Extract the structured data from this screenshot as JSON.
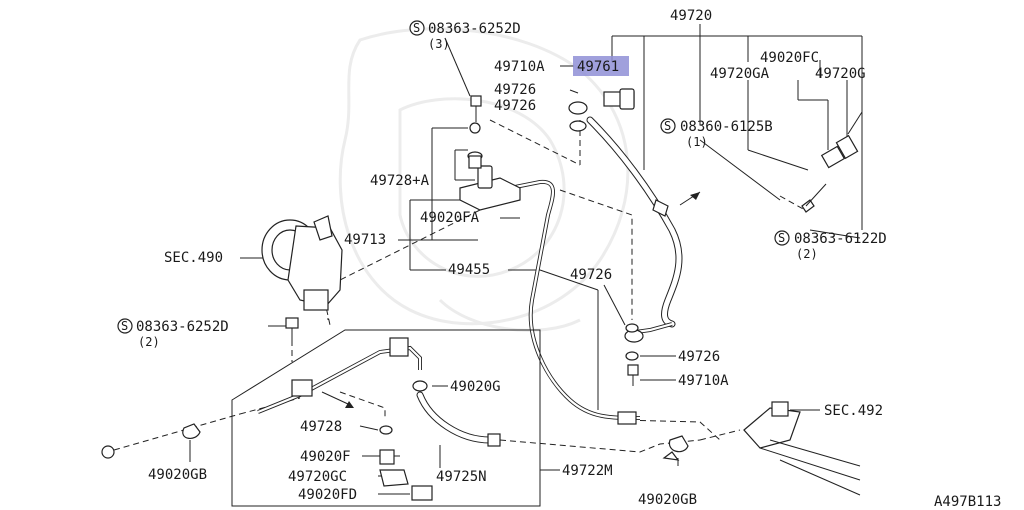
{
  "diagram_id": "A497B113",
  "labels": {
    "s_08363_6252D_top": "08363-6252D",
    "s_08363_6252D_top_qty": "(3)",
    "p_49720": "49720",
    "p_49020FC": "49020FC",
    "p_49720GA": "49720GA",
    "p_49720G": "49720G",
    "p_49710A_top": "49710A",
    "p_49761": "49761",
    "p_49726_a": "49726",
    "p_49726_b": "49726",
    "s_08360_6125B": "08360-6125B",
    "s_08360_6125B_qty": "(1)",
    "p_49728A": "49728+A",
    "p_49020FA": "49020FA",
    "p_49713": "49713",
    "sec_490": "SEC.490",
    "p_49455": "49455",
    "p_49726_c": "49726",
    "s_08363_6122D": "08363-6122D",
    "s_08363_6122D_qty": "(2)",
    "s_08363_6252D_left": "08363-6252D",
    "s_08363_6252D_left_qty": "(2)",
    "p_49726_d": "49726",
    "p_49710A_bottom": "49710A",
    "p_49020G": "49020G",
    "sec_492": "SEC.492",
    "p_49728": "49728",
    "p_49020F": "49020F",
    "p_49720GC": "49720GC",
    "p_49020FD": "49020FD",
    "p_49725N": "49725N",
    "p_49722M": "49722M",
    "p_49020GB_left": "49020GB",
    "p_49020GB_right": "49020GB"
  },
  "symbols": {
    "screw_mark": "S"
  },
  "colors": {
    "line": "#222222",
    "highlight": "#8f8fd6"
  }
}
